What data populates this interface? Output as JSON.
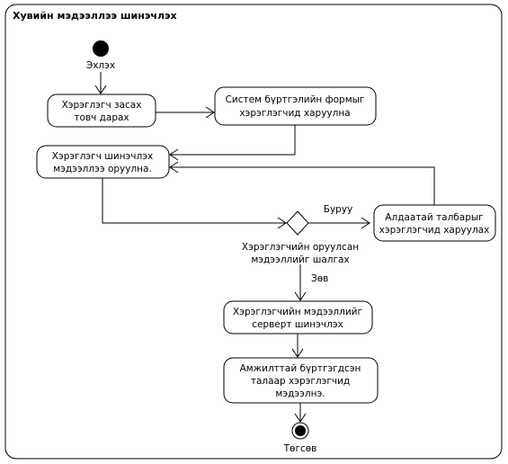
{
  "diagram": {
    "title": "Хувийн мэдээллээ шинэчлэх",
    "start_label": "Эхлэх",
    "end_label": "Төгсөв",
    "nodes": {
      "click_edit": [
        "Хэрэглэгч засах",
        "товч дарах"
      ],
      "show_form": [
        "Систем бүртгэлийн формыг",
        "хэрэглэгчид харуулна"
      ],
      "enter_info": [
        "Хэрэглэгч шинэчлэх",
        "мэдээллээ оруулна."
      ],
      "show_error": [
        "Алдаатай талбарыг",
        "хэрэглэгчид харуулах"
      ],
      "update_server": [
        "Хэрэглэгчийн мэдээллийг",
        "серверт шинэчлэх"
      ],
      "notify_success": [
        "Амжилттай бүртгэгдсэн",
        "талаар хэрэглэгчид",
        "мэдээлнэ."
      ]
    },
    "decision_label": [
      "Хэрэглэгчийн оруулсан",
      "мэдээллийг шалгах"
    ],
    "guard_wrong": "Буруу",
    "guard_right": "Зөв"
  }
}
